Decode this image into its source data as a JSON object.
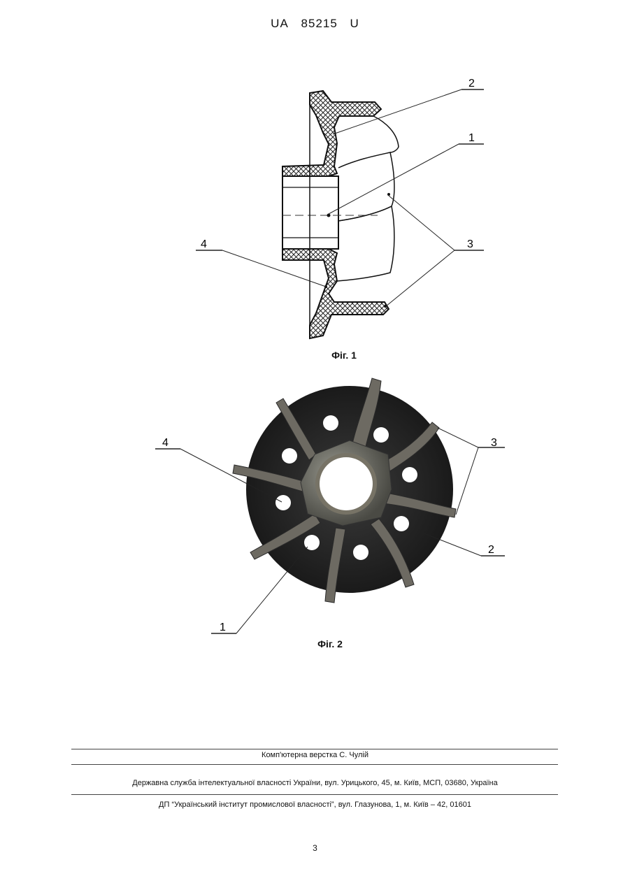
{
  "header": {
    "office_code": "UA",
    "patent_number": "85215",
    "kind_code": "U"
  },
  "figures": [
    {
      "caption": "Фіг. 1",
      "labels": [
        "1",
        "2",
        "3",
        "4"
      ]
    },
    {
      "caption": "Фіг. 2",
      "labels": [
        "1",
        "2",
        "3",
        "4"
      ]
    }
  ],
  "footer": {
    "typesetting": "Комп'ютерна верстка С. Чулій",
    "agency": "Державна служба інтелектуальної власності України, вул. Урицького, 45, м. Київ, МСП, 03680, Україна",
    "institute": "ДП “Український інститут промислової власності”, вул. Глазунова, 1, м. Київ – 42, 01601"
  },
  "page_number": "3"
}
